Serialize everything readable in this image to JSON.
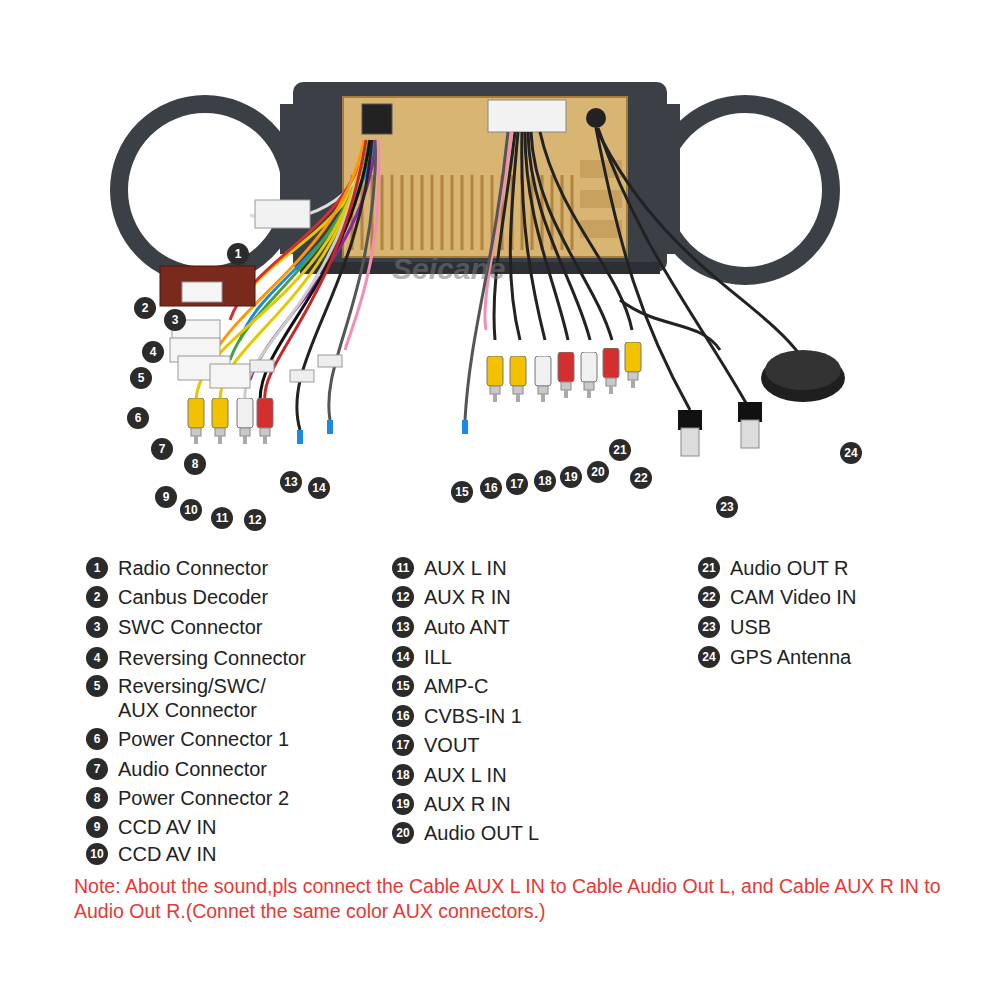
{
  "diagram": {
    "labels": [
      "1",
      "2",
      "3",
      "4",
      "5",
      "6",
      "7",
      "8",
      "9",
      "10",
      "11",
      "12",
      "13",
      "14",
      "15",
      "16",
      "17",
      "18",
      "19",
      "20",
      "21",
      "22",
      "23",
      "24",
      "1",
      "Radio Connector",
      "2",
      "Canbus Decoder",
      "3",
      "SWC Connector",
      "4",
      "Reversing Connector",
      "5",
      "Reversing/SWC/ AUX Connector",
      "6",
      "Power Connector 1",
      "7",
      "Audio Connector",
      "8",
      "Power Connector 2",
      "9",
      "CCD AV IN",
      "10",
      "CCD AV IN",
      "11",
      "AUX L IN",
      "12",
      "AUX R IN",
      "13",
      "Auto ANT",
      "14",
      "ILL",
      "15",
      "AMP-C",
      "16",
      "CVBS-IN 1",
      "17",
      "VOUT",
      "18",
      "AUX L IN",
      "19",
      "AUX R IN",
      "20",
      "Audio OUT L",
      "21",
      "Audio OUT R",
      "22",
      "CAM Video IN",
      "23",
      "USB",
      "24",
      "GPS Antenna",
      "Note: About the sound,pls connect the Cable AUX L IN to Cable Audio Out L, and Cable AUX R IN to  Audio Out R.(Connet the same color AUX connectors.)",
      "Seicane"
    ]
  }
}
